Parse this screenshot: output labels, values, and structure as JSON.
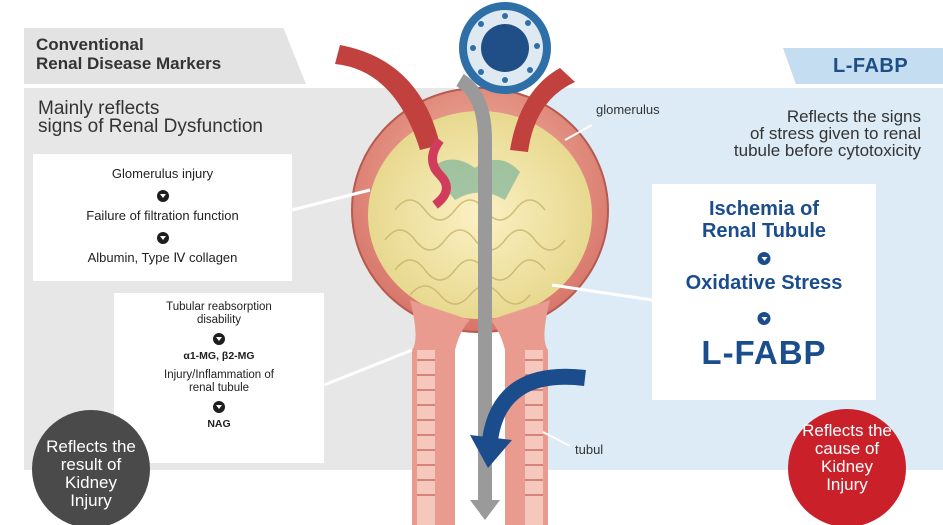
{
  "left": {
    "tab_line1": "Conventional",
    "tab_line2": "Renal Disease Markers",
    "subtitle_line1": "Mainly reflects",
    "subtitle_line2": "signs of Renal Dysfunction",
    "box1": [
      "Glomerulus injury",
      "Failure of filtration function",
      "Albumin, Type Ⅳ collagen"
    ],
    "box2": {
      "step1_line1": "Tubular reabsorption",
      "step1_line2": "disability",
      "step2": "α1-MG, β2-MG",
      "step3_line1": "Injury/Inflammation of",
      "step3_line2": "renal tubule",
      "step4": "NAG"
    },
    "circle": [
      "Reflects the",
      "result of",
      "Kidney",
      "Injury"
    ]
  },
  "right": {
    "tab": "L-FABP",
    "subtitle": [
      "Reflects the signs",
      "of stress given to renal",
      "tubule before cytotoxicity"
    ],
    "box": {
      "step1_line1": "Ischemia of",
      "step1_line2": "Renal Tubule",
      "step2": "Oxidative Stress",
      "step3": "L-FABP"
    },
    "circle": [
      "Reflects the",
      "cause of",
      "Kidney",
      "Injury"
    ]
  },
  "labels": {
    "glomerulus": "glomerulus",
    "tubul": "tubul"
  },
  "colors": {
    "blue_text": "#1b4d8c",
    "red_circle": "#c9202a",
    "dark_circle": "#4a4a4a",
    "left_panel": "#e7e7e7",
    "right_panel": "#dcebf6"
  }
}
